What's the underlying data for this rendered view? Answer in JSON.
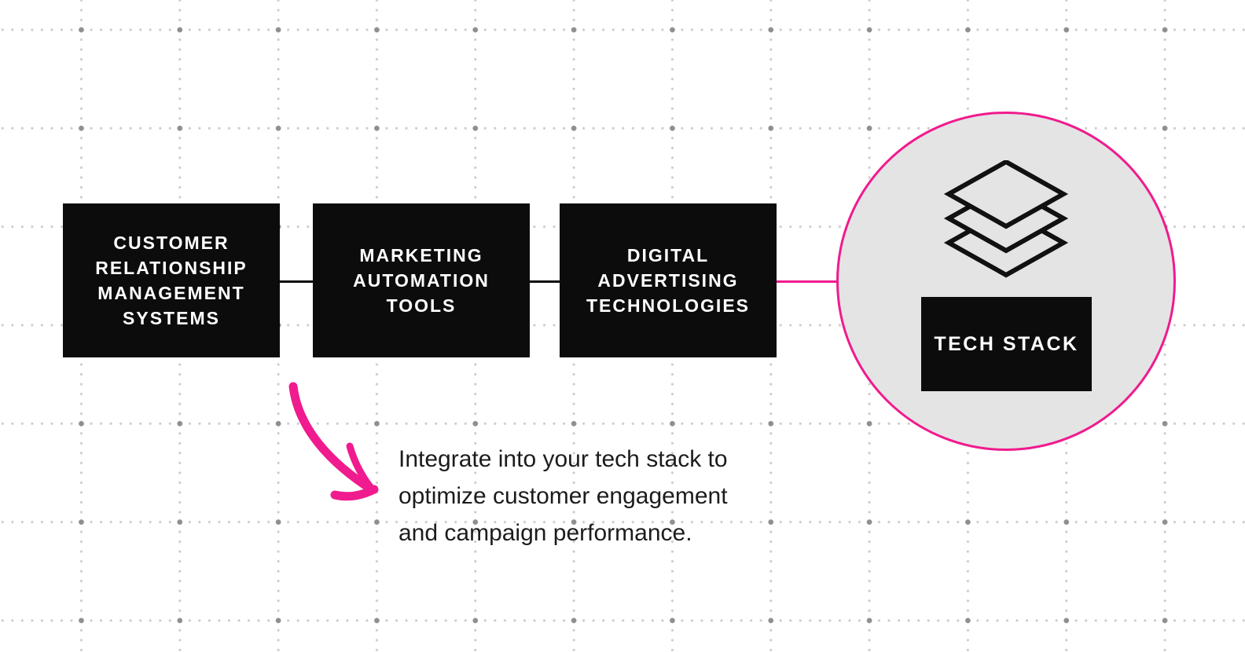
{
  "diagram": {
    "boxes": [
      {
        "label": [
          "CUSTOMER",
          "RELATIONSHIP",
          "MANAGEMENT",
          "SYSTEMS"
        ]
      },
      {
        "label": [
          "MARKETING",
          "AUTOMATION",
          "TOOLS"
        ]
      },
      {
        "label": [
          "DIGITAL",
          "ADVERTISING",
          "TECHNOLOGIES"
        ]
      }
    ],
    "hub": {
      "label": "TECH STACK",
      "icon": "layers-icon"
    },
    "caption": {
      "lines": [
        "Integrate into your tech stack to",
        "optimize customer engagement",
        "and campaign performance."
      ]
    },
    "colors": {
      "accent_pink": "#f01b8e",
      "box_black": "#0c0c0c",
      "hub_fill": "#e4e4e5",
      "text_dark": "#1c1c1c",
      "grid_dot_small": "#cbcbcb",
      "grid_dot_large": "#8f8f8f"
    }
  }
}
